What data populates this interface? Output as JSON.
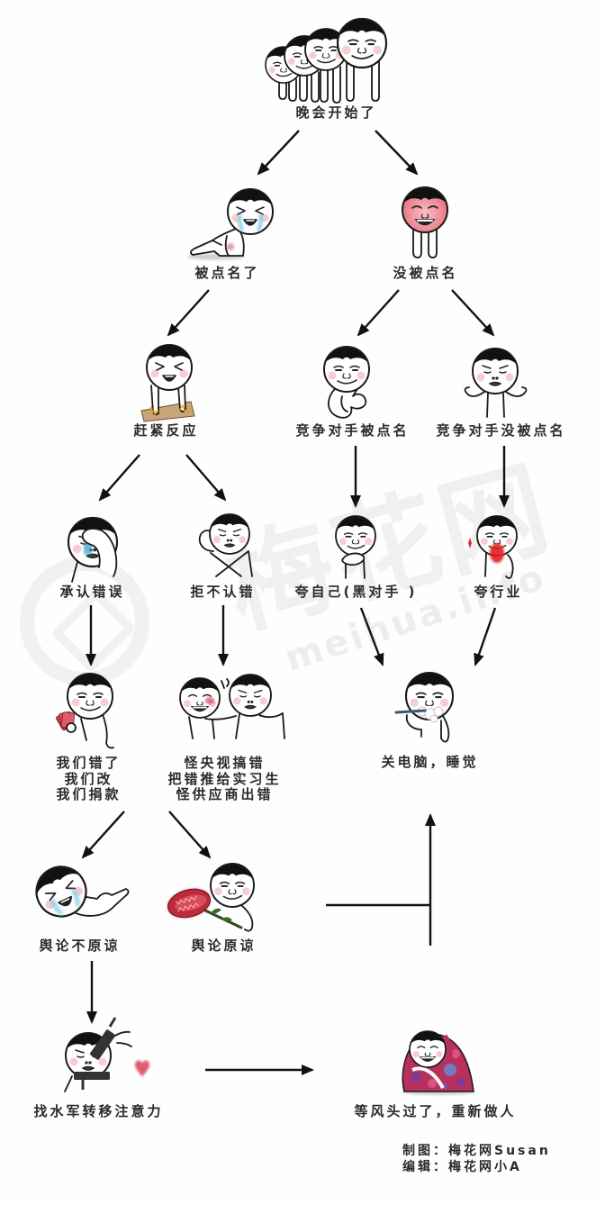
{
  "diagram": {
    "nodes": [
      {
        "id": "party_start",
        "label": "晚会开始了",
        "figure": "crowd-of-smug-faces"
      },
      {
        "id": "called_out",
        "label": "被点名了",
        "figure": "crying-crawling-face"
      },
      {
        "id": "not_called_out",
        "label": "没被点名",
        "figure": "blushing-grinning-face"
      },
      {
        "id": "react_quickly",
        "label": "赶紧反应",
        "figure": "panicking-face-slamming-table"
      },
      {
        "id": "rival_called_out",
        "label": "竞争对手被点名",
        "figure": "gloating-sitting-face"
      },
      {
        "id": "rival_not_called_out",
        "label": "竞争对手没被点名",
        "figure": "shrugging-face"
      },
      {
        "id": "admit_mistake",
        "label": "承认错误",
        "figure": "face-covering-tears"
      },
      {
        "id": "deny_mistake",
        "label": "拒不认错",
        "figure": "arms-crossed-face"
      },
      {
        "id": "praise_self",
        "label": "夸自己(黑对手 )",
        "figure": "smug-hands-clasped-face"
      },
      {
        "id": "praise_industry",
        "label": "夸行业",
        "figure": "face-spitting-blood"
      },
      {
        "id": "apologize",
        "lines": [
          "我们错了",
          "我们改",
          "我们捐款"
        ],
        "figure": "face-holding-money"
      },
      {
        "id": "blame_others",
        "lines": [
          "怪央视搞错",
          "把错推给实习生",
          "怪供应商出错"
        ],
        "figure": "two-faces-shoving"
      },
      {
        "id": "shutdown_sleep",
        "label": "关电脑，睡觉",
        "figure": "face-brushing-teeth"
      },
      {
        "id": "public_unforgiving",
        "label": "舆论不原谅",
        "figure": "crying-lying-face"
      },
      {
        "id": "public_forgives",
        "label": "舆论原谅",
        "figure": "face-with-piranha-flower"
      },
      {
        "id": "hire_trolls",
        "label": "找水军转移注意力",
        "figure": "face-with-walkie-talkies"
      },
      {
        "id": "lie_low",
        "label": "等风头过了，重新做人",
        "figure": "face-wrapped-in-blanket"
      }
    ],
    "edges": [
      {
        "from": "party_start",
        "to": "called_out"
      },
      {
        "from": "party_start",
        "to": "not_called_out"
      },
      {
        "from": "called_out",
        "to": "react_quickly"
      },
      {
        "from": "not_called_out",
        "to": "rival_called_out"
      },
      {
        "from": "not_called_out",
        "to": "rival_not_called_out"
      },
      {
        "from": "react_quickly",
        "to": "admit_mistake"
      },
      {
        "from": "react_quickly",
        "to": "deny_mistake"
      },
      {
        "from": "rival_called_out",
        "to": "praise_self"
      },
      {
        "from": "rival_not_called_out",
        "to": "praise_industry"
      },
      {
        "from": "admit_mistake",
        "to": "apologize"
      },
      {
        "from": "deny_mistake",
        "to": "blame_others"
      },
      {
        "from": "praise_self",
        "to": "shutdown_sleep"
      },
      {
        "from": "praise_industry",
        "to": "shutdown_sleep"
      },
      {
        "from": "apologize",
        "to": "public_unforgiving"
      },
      {
        "from": "apologize",
        "to": "public_forgives"
      },
      {
        "from": "public_forgives",
        "to": "shutdown_sleep"
      },
      {
        "from": "public_unforgiving",
        "to": "hire_trolls"
      },
      {
        "from": "hire_trolls",
        "to": "lie_low"
      }
    ]
  },
  "credits": {
    "lines": [
      {
        "key": "制图：",
        "value": "梅花网Susan"
      },
      {
        "key": "编辑：",
        "value": "梅花网小A"
      }
    ]
  },
  "watermark": {
    "brand": "梅花网",
    "domain": "meihua.info"
  },
  "colors": {
    "text": "#2b2b2b",
    "arrow": "#111111",
    "background": "#fefefe",
    "watermark": "#f0f0f0",
    "cheek": "#f4bcc2",
    "tear": "#7fc9e4",
    "blood": "#e01e1e"
  }
}
